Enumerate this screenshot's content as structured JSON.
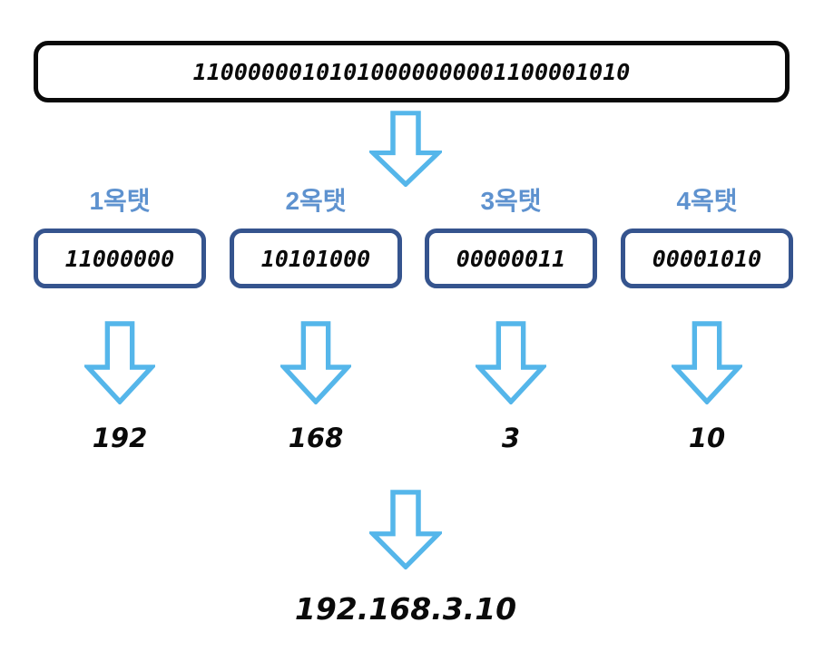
{
  "binary_full": "11000000101010000000001100001010",
  "octets": [
    {
      "label": "1옥탯",
      "binary": "11000000",
      "decimal": "192"
    },
    {
      "label": "2옥탯",
      "binary": "10101000",
      "decimal": "168"
    },
    {
      "label": "3옥탯",
      "binary": "00000011",
      "decimal": "3"
    },
    {
      "label": "4옥탯",
      "binary": "00001010",
      "decimal": "10"
    }
  ],
  "result_ip": "192.168.3.10",
  "icons": {
    "arrow": "down-block-arrow"
  },
  "colors": {
    "arrow_blue": "#55b6ea",
    "octet_box_border_navy": "#35548e",
    "octet_label_blue": "#5e92cf",
    "binary_text_black": "#0a0a0a",
    "top_box_border_black": "#0a0a0a",
    "background": "#ffffff"
  }
}
